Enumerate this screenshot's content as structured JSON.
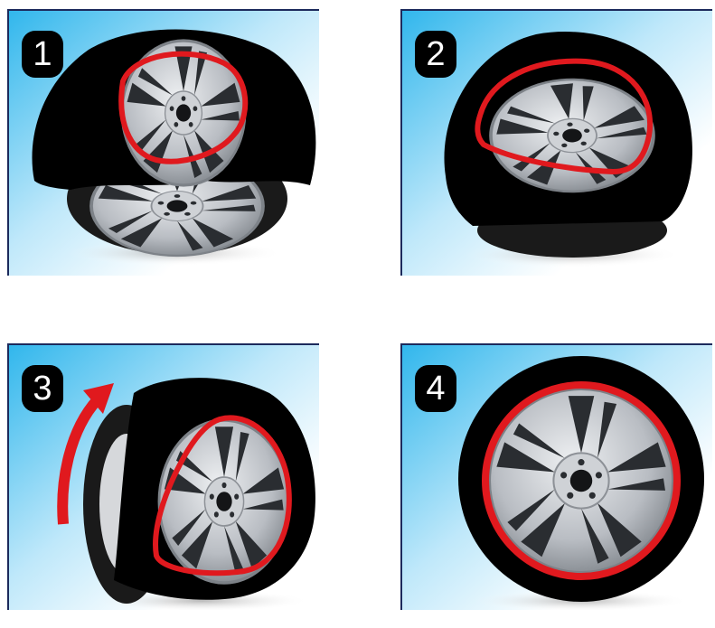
{
  "steps": [
    {
      "number": "1"
    },
    {
      "number": "2"
    },
    {
      "number": "3"
    },
    {
      "number": "4"
    }
  ],
  "colors": {
    "accent_red": "#e0191e",
    "cover_black": "#000000",
    "sky_blue": "#2fb6ec",
    "frame_navy": "#1c2a5c",
    "rim_silver": "#c9ccd1",
    "tire_dark": "#1a1a1a"
  },
  "icons": [
    "tire-cover-icon",
    "rim-icon",
    "rotate-arrow-icon"
  ]
}
